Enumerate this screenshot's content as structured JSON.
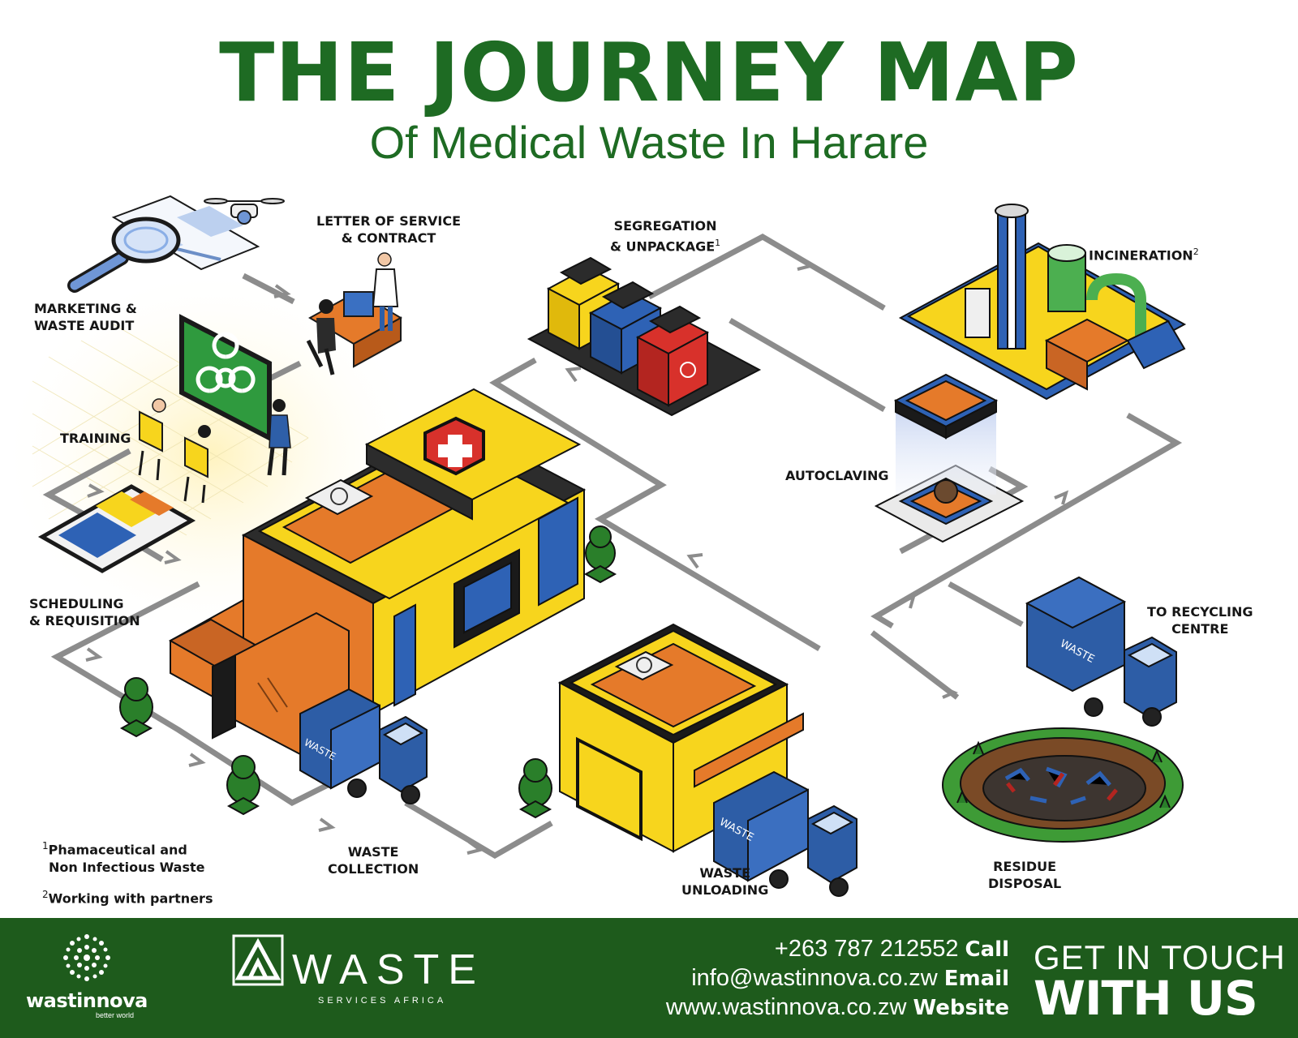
{
  "title": "THE JOURNEY MAP",
  "subtitle": "Of Medical Waste In Harare",
  "steps": {
    "marketing": [
      "MARKETING &",
      "WASTE AUDIT"
    ],
    "letter": [
      "LETTER OF SERVICE",
      "& CONTRACT"
    ],
    "segregation": [
      "SEGREGATION",
      "& UNPACKAGE"
    ],
    "segregation_mark": "1",
    "incineration": "INCINERATION",
    "incineration_mark": "2",
    "training": "TRAINING",
    "autoclaving": "AUTOCLAVING",
    "scheduling": [
      "SCHEDULING",
      "& REQUISITION"
    ],
    "recycling": [
      "TO RECYCLING",
      "CENTRE"
    ],
    "collection": [
      "WASTE",
      "COLLECTION"
    ],
    "unloading": [
      "WASTE",
      "UNLOADING"
    ],
    "residue": [
      "RESIDUE",
      "DISPOSAL"
    ]
  },
  "notes": {
    "n1_mark": "1",
    "n1_line1": "Phamaceutical and",
    "n1_line2": "Non Infectious Waste",
    "n2_mark": "2",
    "n2_text": "Working with partners"
  },
  "vehicle_text": "WASTE",
  "footer": {
    "brand1_name": "wastinnova",
    "brand1_tagline": "better world",
    "brand2_word": "WASTE",
    "brand2_sub": "SERVICES AFRICA",
    "phone": "+263 787 212552",
    "phone_label": "Call",
    "email": "info@wastinnova.co.zw",
    "email_label": "Email",
    "website": "www.wastinnova.co.zw",
    "website_label": "Website",
    "cta_line1": "GET IN TOUCH",
    "cta_line2": "WITH US"
  },
  "colors": {
    "brand_green": "#1e6b23",
    "footer_green": "#1e5b1c",
    "path_gray": "#8c8c8c",
    "yellow": "#f7d51d",
    "orange": "#e57a2a",
    "blue": "#2a63b3",
    "red": "#d8312b",
    "truck_blue": "#2d5da6"
  }
}
